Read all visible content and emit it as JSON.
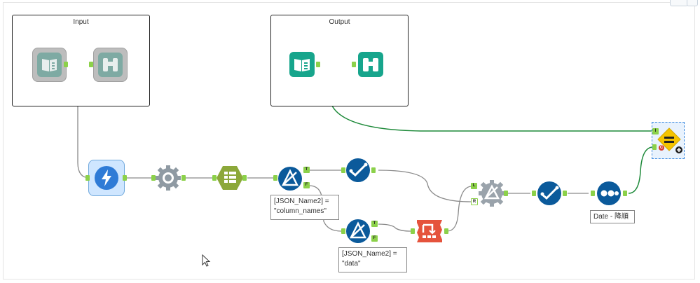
{
  "containers": {
    "input": {
      "title": "Input"
    },
    "output": {
      "title": "Output"
    }
  },
  "annotations": {
    "filter1": "[JSON_Name2] =\n\"column_names\"",
    "filter2": "[JSON_Name2] =\n\"data\"",
    "sort": "Date - 降順"
  },
  "anchors": {
    "true": "T",
    "false": "F",
    "left": "L",
    "right": "R",
    "input": "I",
    "check": "C"
  },
  "colors": {
    "connection": "#8a8a8a",
    "output_connection": "#1e8a3a",
    "anchor": "#8cd14a",
    "teal_tool": "#17a58c",
    "blue_tool": "#0b5a9b",
    "selected_fill": "#cfe6ff",
    "json_parse": "#8ca83a",
    "crosstab": "#e5533c",
    "test_tool": "#f5c400"
  },
  "tools": [
    "input-data-tool-icon",
    "browse-tool-icon",
    "download-tool-icon",
    "json-parse-tool-icon",
    "text-to-columns-tool-icon",
    "filter-tool-icon",
    "select-tool-icon",
    "crosstab-tool-icon",
    "join-tool-icon",
    "sort-tool-icon",
    "test-tool-icon"
  ]
}
